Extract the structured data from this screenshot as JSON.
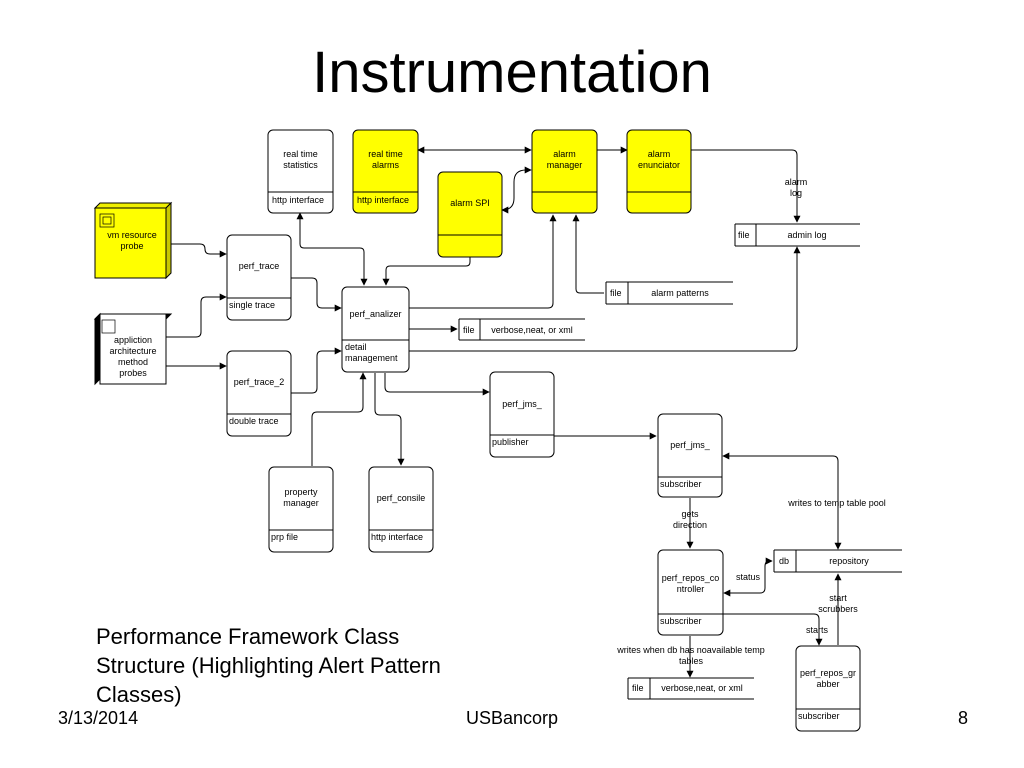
{
  "title": "Instrumentation",
  "colors": {
    "highlight": "#FFFF00",
    "box": "#FFFFFF",
    "stroke": "#000000"
  },
  "boxes": {
    "real_time_statistics": {
      "name": [
        "real time",
        "statistics"
      ],
      "footer": "http interface"
    },
    "real_time_alarms": {
      "name": [
        "real time",
        "alarms"
      ],
      "footer": "http interface"
    },
    "alarm_spi": {
      "name": [
        "alarm SPI"
      ]
    },
    "alarm_manager": {
      "name": [
        "alarm",
        "manager"
      ]
    },
    "alarm_enunciator": {
      "name": [
        "alarm",
        "enunciator"
      ]
    },
    "vm_resource_probe": {
      "name": [
        "vm resource",
        "probe"
      ]
    },
    "application_probes": {
      "name": [
        "appliction",
        "architecture",
        "method",
        "probes"
      ]
    },
    "perf_trace": {
      "name": [
        "perf_trace"
      ],
      "footer": "single trace"
    },
    "perf_trace_2": {
      "name": [
        "perf_trace_2"
      ],
      "footer": "double trace"
    },
    "perf_analizer": {
      "name": [
        "perf_analizer"
      ],
      "footer": [
        "detail",
        "management"
      ]
    },
    "perf_jms_publisher": {
      "name": [
        "perf_jms_"
      ],
      "footer": "publisher"
    },
    "perf_jms_subscriber": {
      "name": [
        "perf_jms_"
      ],
      "footer": "subscriber"
    },
    "property_manager": {
      "name": [
        "property",
        "manager"
      ],
      "footer": "prp file"
    },
    "perf_consile": {
      "name": [
        "perf_consile"
      ],
      "footer": "http interface"
    },
    "perf_repos_controller": {
      "name": [
        "perf_repos_co",
        "ntroller"
      ],
      "footer": "subscriber"
    },
    "perf_repos_grabber": {
      "name": [
        "perf_repos_gr",
        "abber"
      ],
      "footer": "subscriber"
    }
  },
  "stores": {
    "admin_log": {
      "type": "file",
      "name": "admin log"
    },
    "alarm_patterns": {
      "type": "file",
      "name": "alarm patterns"
    },
    "verbose_output_1": {
      "type": "file",
      "name": "verbose,neat, or xml"
    },
    "repository": {
      "type": "db",
      "name": "repository"
    },
    "verbose_output_2": {
      "type": "file",
      "name": "verbose,neat, or xml"
    }
  },
  "edge_labels": {
    "alarm_log": [
      "alarm",
      "log"
    ],
    "writes_temp_pool": [
      "writes to temp table pool"
    ],
    "gets_direction": [
      "gets",
      "direction"
    ],
    "status": [
      "status"
    ],
    "start_scrubbers": [
      "start",
      "scrubbers"
    ],
    "starts": [
      "starts"
    ],
    "writes_when_full": [
      "writes when db has noavailable temp",
      "tables"
    ]
  },
  "caption": "Performance Framework Class Structure (Highlighting Alert Pattern Classes)",
  "footer": {
    "date": "3/13/2014",
    "organization": "USBancorp",
    "page_number": "8"
  }
}
